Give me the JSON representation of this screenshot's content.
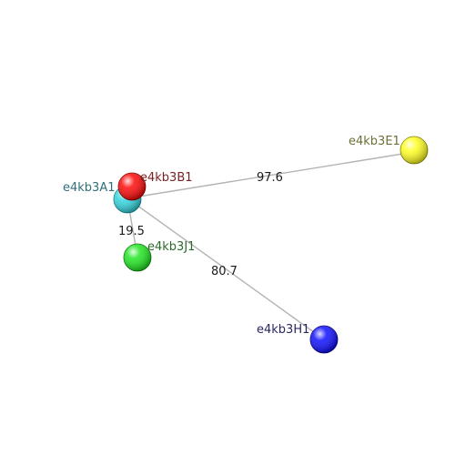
{
  "nodes": [
    {
      "id": "A1",
      "label": "e4kb3A1",
      "color": "#33d6df",
      "label_color": "#2f6f78"
    },
    {
      "id": "B1",
      "label": "e4kb3B1",
      "color": "#ff0a0a",
      "label_color": "#7a1f1f"
    },
    {
      "id": "E1",
      "label": "e4kb3E1",
      "color": "#ffff22",
      "label_color": "#6f6f3a"
    },
    {
      "id": "J1",
      "label": "e4kb3J1",
      "color": "#22e622",
      "label_color": "#2d6b2d"
    },
    {
      "id": "H1",
      "label": "e4kb3H1",
      "color": "#1010ff",
      "label_color": "#28285e"
    }
  ],
  "edges": [
    {
      "from": "A1",
      "to": "E1",
      "distance": "97.6"
    },
    {
      "from": "A1",
      "to": "J1",
      "distance": "19.5"
    },
    {
      "from": "A1",
      "to": "H1",
      "distance": "80.7"
    }
  ]
}
